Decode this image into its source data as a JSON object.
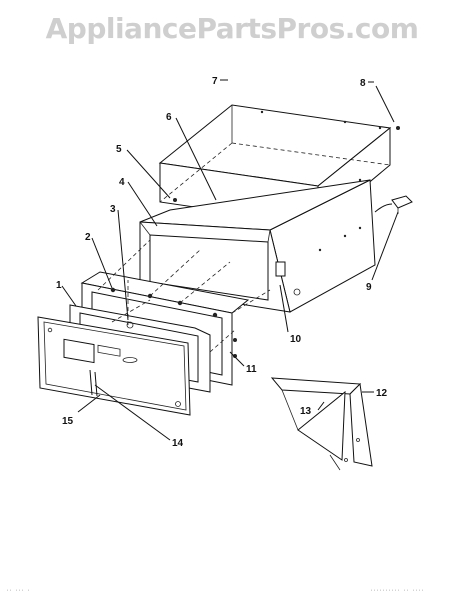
{
  "watermark": "AppliancePartsPros.com",
  "callouts": {
    "c1": "1",
    "c2": "2",
    "c3": "3",
    "c4": "4",
    "c5": "5",
    "c6": "6",
    "c7": "7",
    "c8": "8",
    "c9": "9",
    "c10": "10",
    "c11": "11",
    "c12": "12",
    "c13": "13",
    "c14": "14",
    "c15": "15"
  },
  "footer": {
    "left": "·· ··· ·",
    "right": "·········· ·· ····"
  }
}
